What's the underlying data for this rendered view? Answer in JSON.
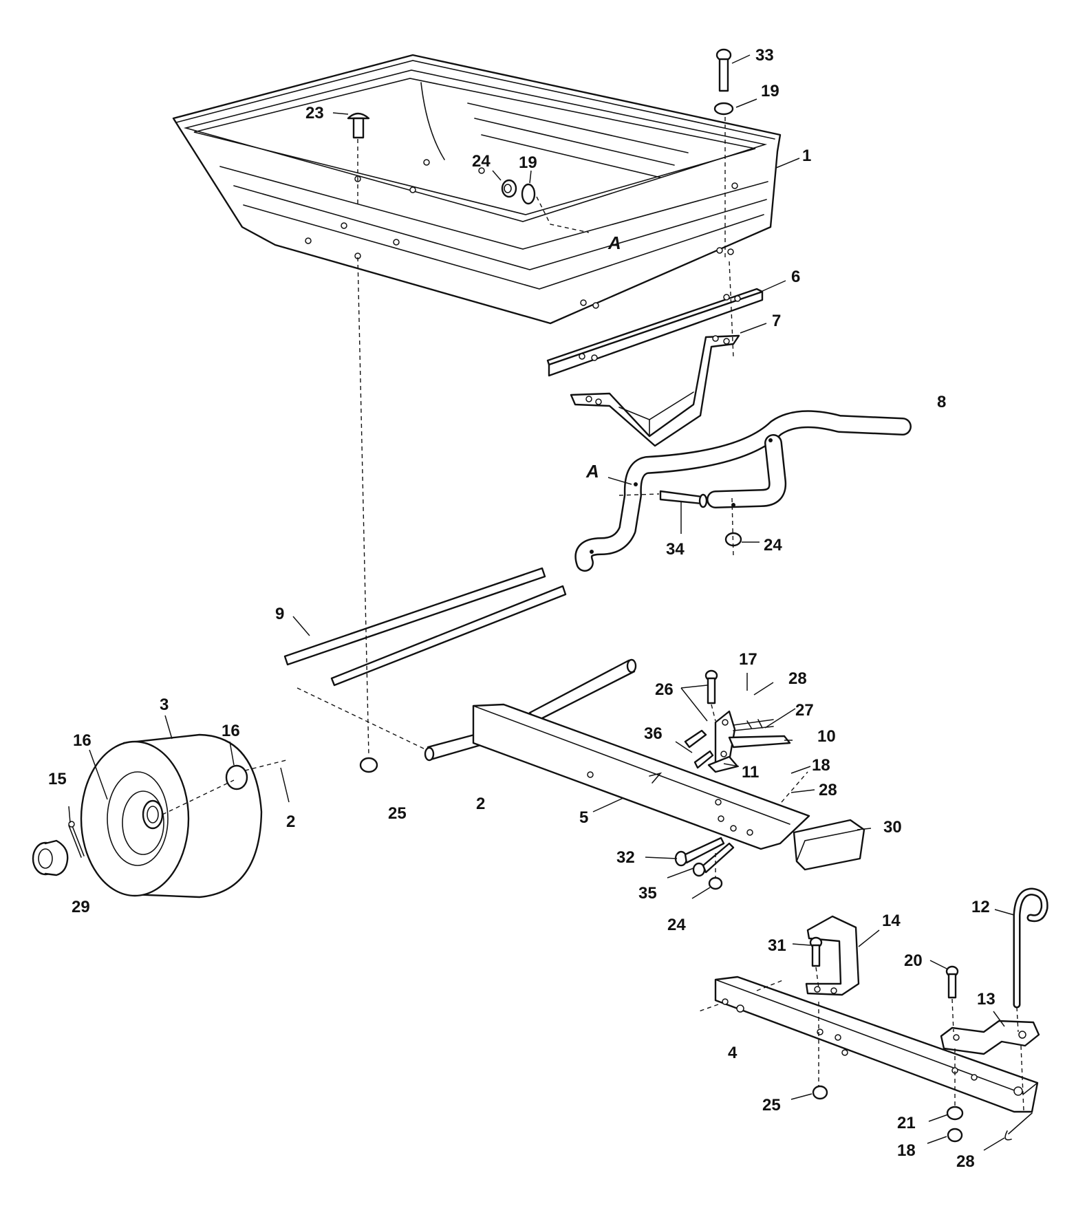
{
  "diagram": {
    "background": "#ffffff",
    "line_color": "#111111",
    "callouts": [
      {
        "id": "c33",
        "text": "33"
      },
      {
        "id": "c19a",
        "text": "19"
      },
      {
        "id": "c23",
        "text": "23"
      },
      {
        "id": "c24a",
        "text": "24"
      },
      {
        "id": "c19b",
        "text": "19"
      },
      {
        "id": "c1",
        "text": "1"
      },
      {
        "id": "cA1",
        "text": "A"
      },
      {
        "id": "c6",
        "text": "6"
      },
      {
        "id": "c7",
        "text": "7"
      },
      {
        "id": "c8",
        "text": "8"
      },
      {
        "id": "cA2",
        "text": "A"
      },
      {
        "id": "c34",
        "text": "34"
      },
      {
        "id": "c24b",
        "text": "24"
      },
      {
        "id": "c9",
        "text": "9"
      },
      {
        "id": "c17",
        "text": "17"
      },
      {
        "id": "c28a",
        "text": "28"
      },
      {
        "id": "c26",
        "text": "26"
      },
      {
        "id": "c27",
        "text": "27"
      },
      {
        "id": "c36",
        "text": "36"
      },
      {
        "id": "c10",
        "text": "10"
      },
      {
        "id": "c11",
        "text": "11"
      },
      {
        "id": "c18a",
        "text": "18"
      },
      {
        "id": "c28b",
        "text": "28"
      },
      {
        "id": "c3",
        "text": "3"
      },
      {
        "id": "c16a",
        "text": "16"
      },
      {
        "id": "c16b",
        "text": "16"
      },
      {
        "id": "c15",
        "text": "15"
      },
      {
        "id": "c2a",
        "text": "2"
      },
      {
        "id": "c25a",
        "text": "25"
      },
      {
        "id": "c2b",
        "text": "2"
      },
      {
        "id": "c5",
        "text": "5"
      },
      {
        "id": "c30",
        "text": "30"
      },
      {
        "id": "c29",
        "text": "29"
      },
      {
        "id": "c32",
        "text": "32"
      },
      {
        "id": "c35",
        "text": "35"
      },
      {
        "id": "c24c",
        "text": "24"
      },
      {
        "id": "c12",
        "text": "12"
      },
      {
        "id": "c14",
        "text": "14"
      },
      {
        "id": "c31",
        "text": "31"
      },
      {
        "id": "c20",
        "text": "20"
      },
      {
        "id": "c13",
        "text": "13"
      },
      {
        "id": "c4",
        "text": "4"
      },
      {
        "id": "c25b",
        "text": "25"
      },
      {
        "id": "c21",
        "text": "21"
      },
      {
        "id": "c18b",
        "text": "18"
      },
      {
        "id": "c28c",
        "text": "28"
      }
    ]
  }
}
